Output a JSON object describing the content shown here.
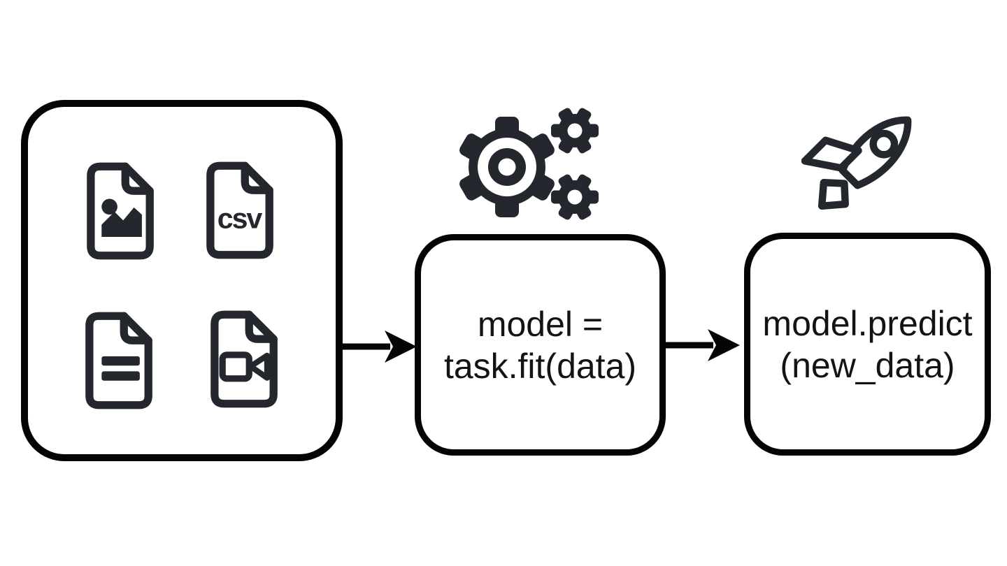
{
  "colors": {
    "background": "#ffffff",
    "box_border": "#040404",
    "icon": "#24272e",
    "arrow": "#050505",
    "text": "#131313"
  },
  "nodes": {
    "data_sources": {
      "file_types": [
        {
          "icon": "image-file-icon"
        },
        {
          "icon": "csv-file-icon",
          "label": "csv"
        },
        {
          "icon": "document-file-icon"
        },
        {
          "icon": "video-file-icon"
        }
      ]
    },
    "train": {
      "icon": "gears-icon",
      "code_line1": "model =",
      "code_line2": "task.fit(data)"
    },
    "predict": {
      "icon": "rocket-icon",
      "code_line1": "model.predict",
      "code_line2": "(new_data)"
    }
  },
  "connectors": [
    {
      "from": "data-sources-node",
      "to": "train-node",
      "style": "solid-arrow"
    },
    {
      "from": "train-node",
      "to": "predict-node",
      "style": "solid-arrow"
    }
  ]
}
